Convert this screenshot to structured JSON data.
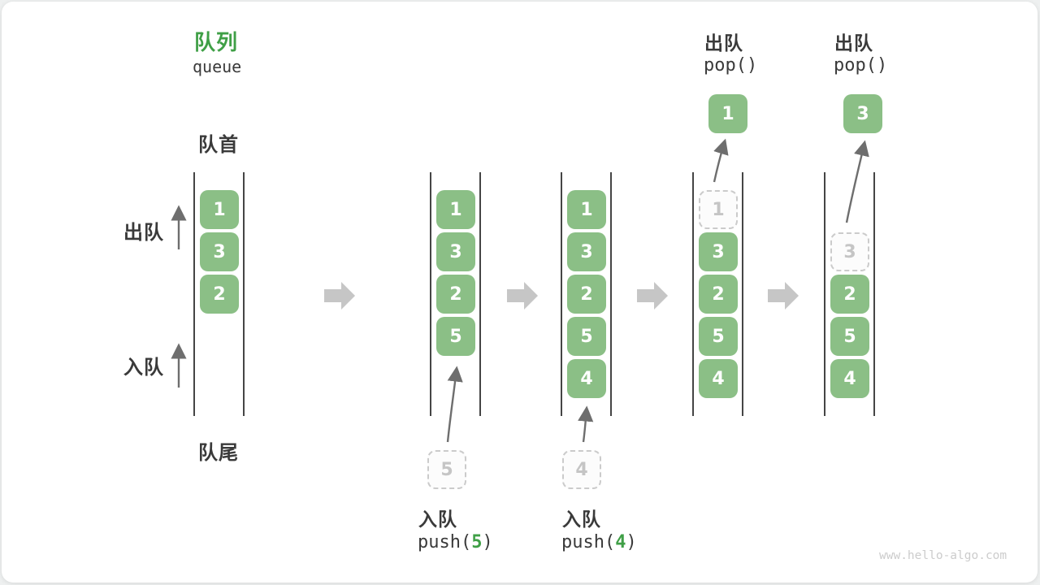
{
  "title": {
    "zh": "队列",
    "en": "queue"
  },
  "labels": {
    "front": "队首",
    "rear": "队尾",
    "dequeue_side": "出队",
    "enqueue_side": "入队"
  },
  "operations": {
    "push5": {
      "label": "入队",
      "code_prefix": "push(",
      "arg": "5",
      "code_suffix": ")"
    },
    "push4": {
      "label": "入队",
      "code_prefix": "push(",
      "arg": "4",
      "code_suffix": ")"
    },
    "pop1": {
      "label": "出队",
      "code": "pop()"
    },
    "pop2": {
      "label": "出队",
      "code": "pop()"
    }
  },
  "columns": [
    {
      "values": [
        "1",
        "3",
        "2"
      ]
    },
    {
      "values": [
        "1",
        "3",
        "2",
        "5"
      ],
      "pending": "5"
    },
    {
      "values": [
        "1",
        "3",
        "2",
        "5",
        "4"
      ],
      "pending": "4"
    },
    {
      "ghost": "1",
      "values": [
        "3",
        "2",
        "5",
        "4"
      ],
      "popped": "1"
    },
    {
      "ghost": "3",
      "values": [
        "2",
        "5",
        "4"
      ],
      "popped": "3"
    }
  ],
  "icons": {
    "up_arrow": "up-arrow",
    "transition_arrow": "right-block-arrow"
  },
  "colors": {
    "accent": "#3f9f46",
    "block": "#8bbf86",
    "text": "#3a3a3a",
    "muted": "#c5c5c5",
    "arrow": "#6e6e6e",
    "transition_arrow": "#c6c6c6",
    "line": "#454545",
    "watermark": "#cccccc",
    "dash": "#cbcbcb"
  },
  "watermark": "www.hello-algo.com"
}
